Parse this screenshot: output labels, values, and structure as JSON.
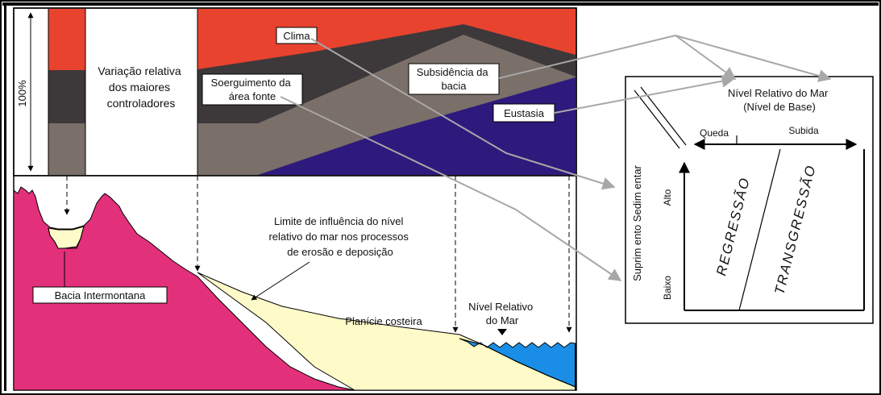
{
  "top_chart": {
    "axis_label": "100%",
    "left_box_text": [
      "Variação relativa",
      "dos maiores",
      "controladores"
    ],
    "labels": {
      "clima": "Clima",
      "soerguimento": [
        "Soerguimento da",
        "área fonte"
      ],
      "subsidencia": [
        "Subsidência da",
        "bacia"
      ],
      "eustasia": "Eustasia"
    },
    "colors": {
      "clima": "#e8432f",
      "soerguimento": "#3d383a",
      "subsidencia": "#7a6f69",
      "eustasia": "#2e1a7c"
    }
  },
  "profile": {
    "labels": {
      "bacia": "Bacia Intermontana",
      "limite": [
        "Limite de influência do nível",
        "relativo do mar nos processos",
        "de erosão e deposição"
      ],
      "planicie": "Planície costeira",
      "nivel_mar": [
        "Nível Relativo",
        "do Mar"
      ]
    },
    "colors": {
      "land": "#e3307a",
      "sediment": "#fffbc8",
      "sea": "#1a8ee6"
    }
  },
  "side_diagram": {
    "title": [
      "Nível Relativo do Mar",
      "(Nível de Base)"
    ],
    "queda": "Queda",
    "subida": "Subida",
    "vertical_title": "Suprim ento  Sedim entar",
    "alto": "Alto",
    "baixo": "Baixo",
    "regressao": "REGRESSÃO",
    "transgressao": "TRANSGRESSÃO"
  }
}
